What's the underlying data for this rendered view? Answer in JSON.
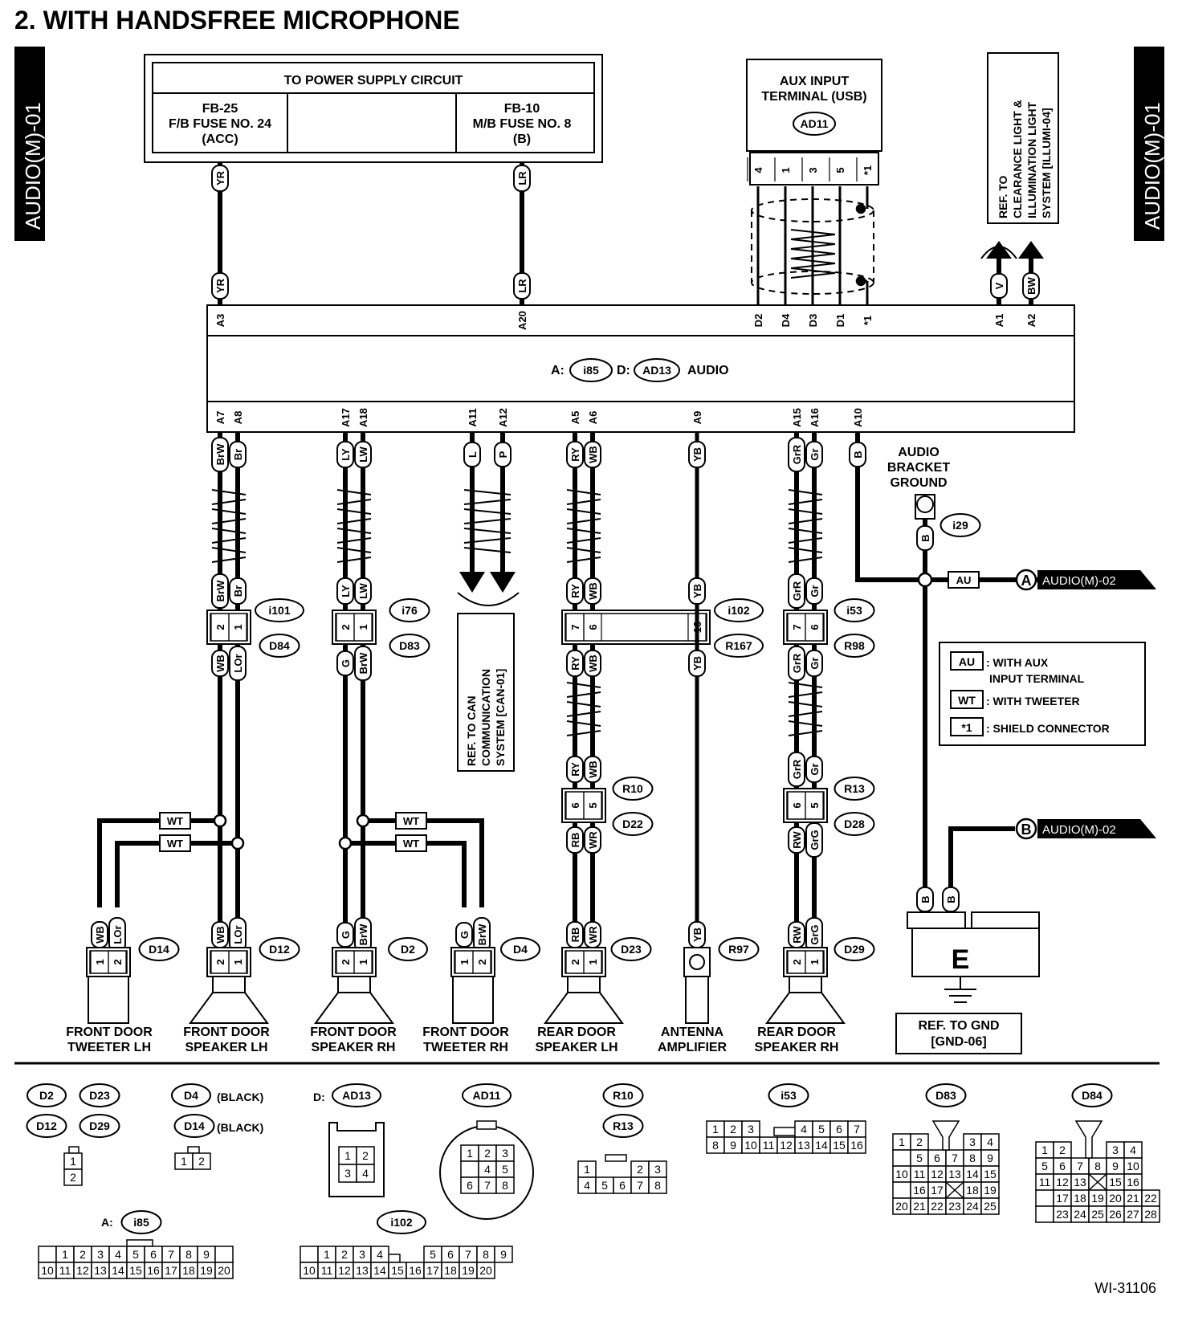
{
  "title": "2.  WITH HANDSFREE MICROPHONE",
  "page_code": "AUDIO(M)-01",
  "figure_id": "WI-31106",
  "power": {
    "header": "TO POWER SUPPLY CIRCUIT",
    "left": [
      "FB-25",
      "F/B FUSE NO. 24",
      "(ACC)"
    ],
    "right": [
      "FB-10",
      "M/B FUSE NO. 8",
      "(B)"
    ],
    "wire_left": "YR",
    "wire_right": "LR",
    "pin_left": "A3",
    "pin_right": "A20"
  },
  "aux": {
    "title": [
      "AUX INPUT",
      "TERMINAL (USB)"
    ],
    "connector": "AD11",
    "pins": [
      "4",
      "1",
      "3",
      "5",
      "*1"
    ],
    "unit_pins": [
      "D2",
      "D4",
      "D3",
      "D1",
      "*1"
    ]
  },
  "illum_ref": [
    "REF. TO",
    "CLEARANCE LIGHT &",
    "ILLUMINATION LIGHT",
    "SYSTEM [ILLUMI-04]"
  ],
  "illum_wires": [
    "V",
    "BW"
  ],
  "illum_pins": [
    "A1",
    "A2"
  ],
  "unit": {
    "a_prefix": "A:",
    "a_conn": "i85",
    "d_prefix": "D:",
    "d_conn": "AD13",
    "name": "AUDIO"
  },
  "bottom_pins": [
    "A7",
    "A8",
    "A17",
    "A18",
    "A11",
    "A12",
    "A5",
    "A6",
    "A9",
    "A15",
    "A16",
    "A10"
  ],
  "wires": {
    "flh": [
      "BrW",
      "Br",
      "WB",
      "LOr"
    ],
    "frh": [
      "LY",
      "LW",
      "G",
      "BrW"
    ],
    "can": [
      "L",
      "P"
    ],
    "rlh": [
      "RY",
      "WB",
      "RB",
      "WR"
    ],
    "ant": "YB",
    "rrh": [
      "GrR",
      "Gr",
      "RW",
      "GrG"
    ],
    "gnd": "B"
  },
  "connectors": {
    "i101": "i101",
    "D84": "D84",
    "i76": "i76",
    "D83": "D83",
    "i102": "i102",
    "R167": "R167",
    "i53": "i53",
    "R98": "R98",
    "R10": "R10",
    "D22": "D22",
    "R13": "R13",
    "D28": "D28",
    "D14": "D14",
    "D12": "D12",
    "D2": "D2",
    "D4": "D4",
    "D23": "D23",
    "R97": "R97",
    "D29": "D29",
    "i29": "i29"
  },
  "can_ref": [
    "REF. TO CAN",
    "COMMUNICATION",
    "SYSTEM [CAN-01]"
  ],
  "ground": {
    "label": [
      "AUDIO",
      "BRACKET",
      "GROUND"
    ],
    "code": "E",
    "ref": [
      "REF. TO GND",
      "[GND-06]"
    ]
  },
  "offpage": [
    {
      "letter": "A",
      "label": "AUDIO(M)-02"
    },
    {
      "letter": "B",
      "label": "AUDIO(M)-02"
    }
  ],
  "legend": [
    {
      "code": "AU",
      "text": [
        ": WITH AUX",
        "INPUT TERMINAL"
      ]
    },
    {
      "code": "WT",
      "text": [
        ": WITH TWEETER"
      ]
    },
    {
      "code": "*1",
      "text": [
        ": SHIELD CONNECTOR"
      ]
    }
  ],
  "tags": {
    "wt": "WT",
    "au": "AU"
  },
  "components": [
    [
      "FRONT DOOR",
      "TWEETER LH"
    ],
    [
      "FRONT DOOR",
      "SPEAKER LH"
    ],
    [
      "FRONT DOOR",
      "SPEAKER RH"
    ],
    [
      "FRONT DOOR",
      "TWEETER RH"
    ],
    [
      "REAR DOOR",
      "SPEAKER LH"
    ],
    [
      "ANTENNA",
      "AMPLIFIER"
    ],
    [
      "REAR DOOR",
      "SPEAKER RH"
    ]
  ],
  "conn_views": {
    "black": "(BLACK)",
    "d_prefix": "D:",
    "a_prefix": "A:",
    "g1": [
      "D2",
      "D23",
      "D12",
      "D29"
    ],
    "g2": [
      "D4",
      "D14"
    ],
    "ad13": "AD13",
    "ad11": "AD11",
    "r10": "R10",
    "r13": "R13",
    "i53": "i53",
    "d83": "D83",
    "d84": "D84",
    "i85": "i85",
    "i102": "i102"
  }
}
